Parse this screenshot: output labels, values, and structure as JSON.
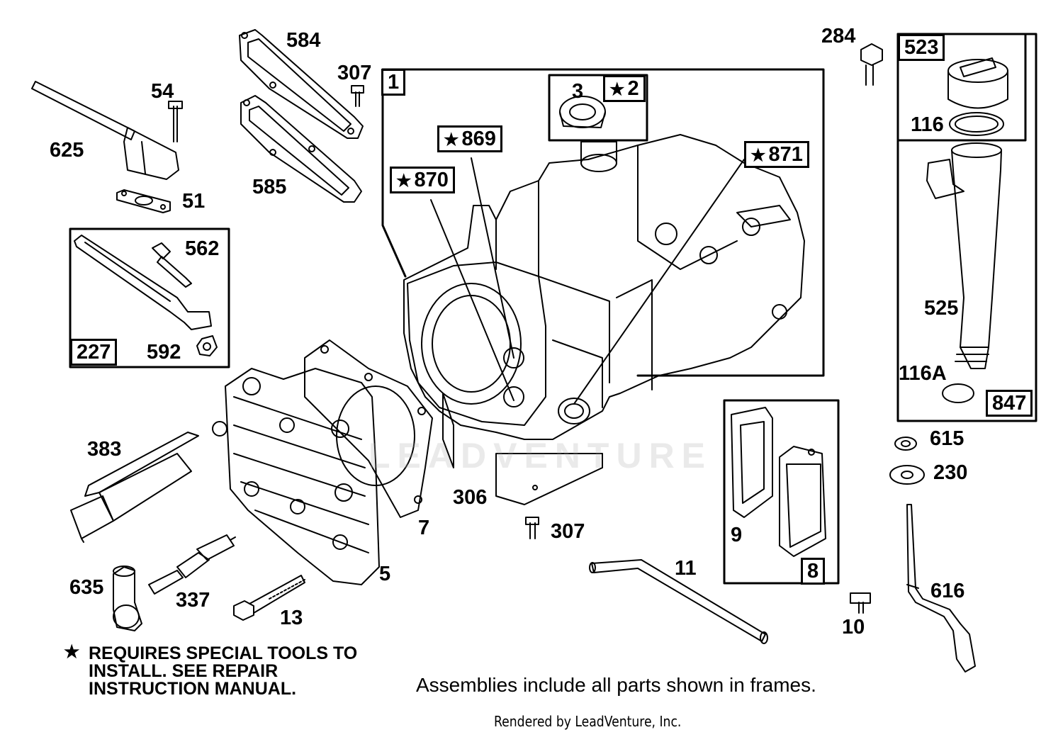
{
  "watermark": "LEADVENTURE",
  "parts": {
    "p1": "1",
    "p2": "2",
    "p3": "3",
    "p5": "5",
    "p7": "7",
    "p8": "8",
    "p9": "9",
    "p10": "10",
    "p11": "11",
    "p13": "13",
    "p51": "51",
    "p54": "54",
    "p116": "116",
    "p116a": "116A",
    "p227": "227",
    "p230": "230",
    "p284": "284",
    "p306": "306",
    "p307a": "307",
    "p307b": "307",
    "p337": "337",
    "p383": "383",
    "p523": "523",
    "p525": "525",
    "p562": "562",
    "p584": "584",
    "p585": "585",
    "p592": "592",
    "p615": "615",
    "p616": "616",
    "p625": "625",
    "p635": "635",
    "p847": "847",
    "p869": "869",
    "p870": "870",
    "p871": "871"
  },
  "star_glyph": "★",
  "note": {
    "star": "★",
    "text": "REQUIRES SPECIAL TOOLS TO INSTALL.  SEE REPAIR INSTRUCTION MANUAL."
  },
  "assemblies_note": "Assemblies include all parts shown in frames.",
  "render_credit": "Rendered by LeadVenture, Inc."
}
